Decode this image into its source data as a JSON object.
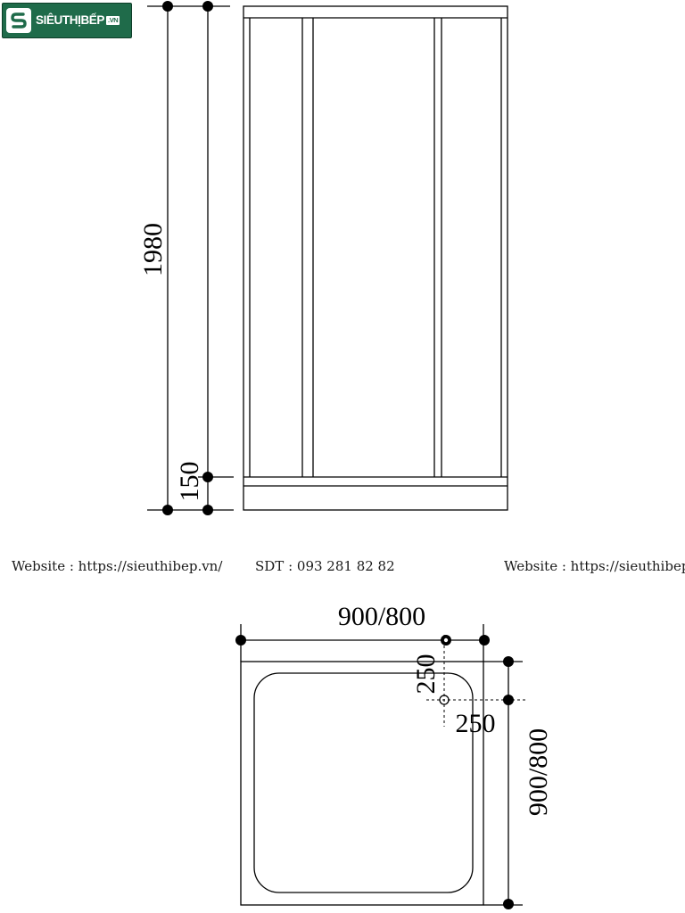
{
  "logo": {
    "brand": "SIÊUTHỊBẾP",
    "suffix": ".VN"
  },
  "watermark": {
    "website_left": "Website : https://sieuthibep.vn/",
    "phone": "SDT : 093 281 82 82",
    "website_right": "Website : https://sieuthibep.vn/"
  },
  "front_view": {
    "height_label": "1980",
    "base_height_label": "150"
  },
  "top_view": {
    "width_label": "900/800",
    "depth_label": "900/800",
    "drain_offset_y_label": "250",
    "drain_offset_x_label": "250"
  },
  "colors": {
    "line": "#000000",
    "logo_bg": "#1f6b4a"
  }
}
